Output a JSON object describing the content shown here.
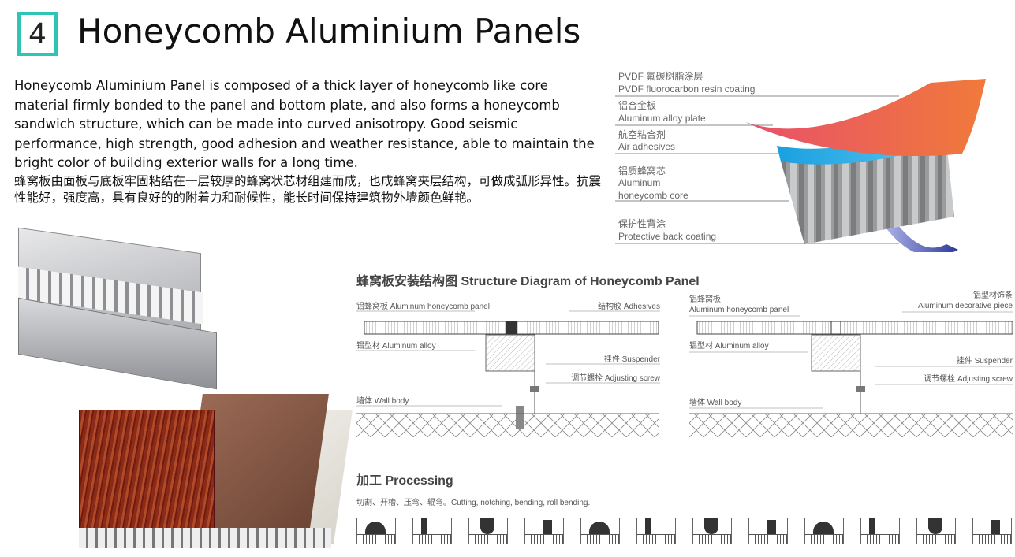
{
  "slide": {
    "number": "4",
    "title": "Honeycomb Aluminium Panels",
    "description_en": "Honeycomb Aluminium Panel is composed of a thick layer of honeycomb like core material firmly bonded to the panel and bottom plate, and also forms a honeycomb sandwich structure, which can be made into curved anisotropy. Good seismic performance, high strength, good adhesion and weather resistance, able to maintain the bright color of building exterior walls for a long time.",
    "description_cn": "蜂窝板由面板与底板牢固粘结在一层较厚的蜂窝状芯材组建而成，也成蜂窝夹层结构，可做成弧形异性。抗震性能好，强度高，具有良好的的附着力和耐候性，能长时间保持建筑物外墙颜色鲜艳。",
    "accent_color": "#2ec4b6"
  },
  "layers": [
    {
      "cn": "PVDF 氟碳树脂涂层",
      "en": "PVDF fluorocarbon resin coating"
    },
    {
      "cn": "铝合金板",
      "en": "Aluminum alloy plate"
    },
    {
      "cn": "航空粘合剂",
      "en": "Air adhesives"
    },
    {
      "cn": "铝质蜂窝芯",
      "en": "Aluminum",
      "en2": "honeycomb core"
    },
    {
      "cn": "保护性背涂",
      "en": "Protective back coating"
    }
  ],
  "structure": {
    "title": "蜂窝板安装结构图  Structure Diagram of Honeycomb Panel",
    "diagram1": {
      "panel": "铝蜂窝板  Aluminum honeycomb panel",
      "adhesive": "结构胶  Adhesives",
      "alloy": "铝型材  Aluminum alloy",
      "suspender": "挂件  Suspender",
      "screw": "调节螺栓  Adjusting screw",
      "wall": "墙体  Wall body"
    },
    "diagram2": {
      "panel_cn": "铝蜂窝板",
      "panel_en": "Aluminum honeycomb panel",
      "deco_cn": "铝型材饰条",
      "deco_en": "Aluminum decorative piece",
      "alloy": "铝型材  Aluminum alloy",
      "suspender": "挂件  Suspender",
      "screw": "调节螺栓  Adjusting screw",
      "wall": "墙体  Wall body"
    }
  },
  "processing": {
    "title": "加工  Processing",
    "text": "切割、开槽、压弯、辊弯。Cutting, notching, bending, roll bending.",
    "icons": [
      "saw-cutting",
      "drilling",
      "pressing",
      "spraying",
      "notching",
      "riveting",
      "v-bending",
      "roll-bending",
      "bolting",
      "gluing",
      "edge-folding",
      "surface-finishing"
    ]
  }
}
